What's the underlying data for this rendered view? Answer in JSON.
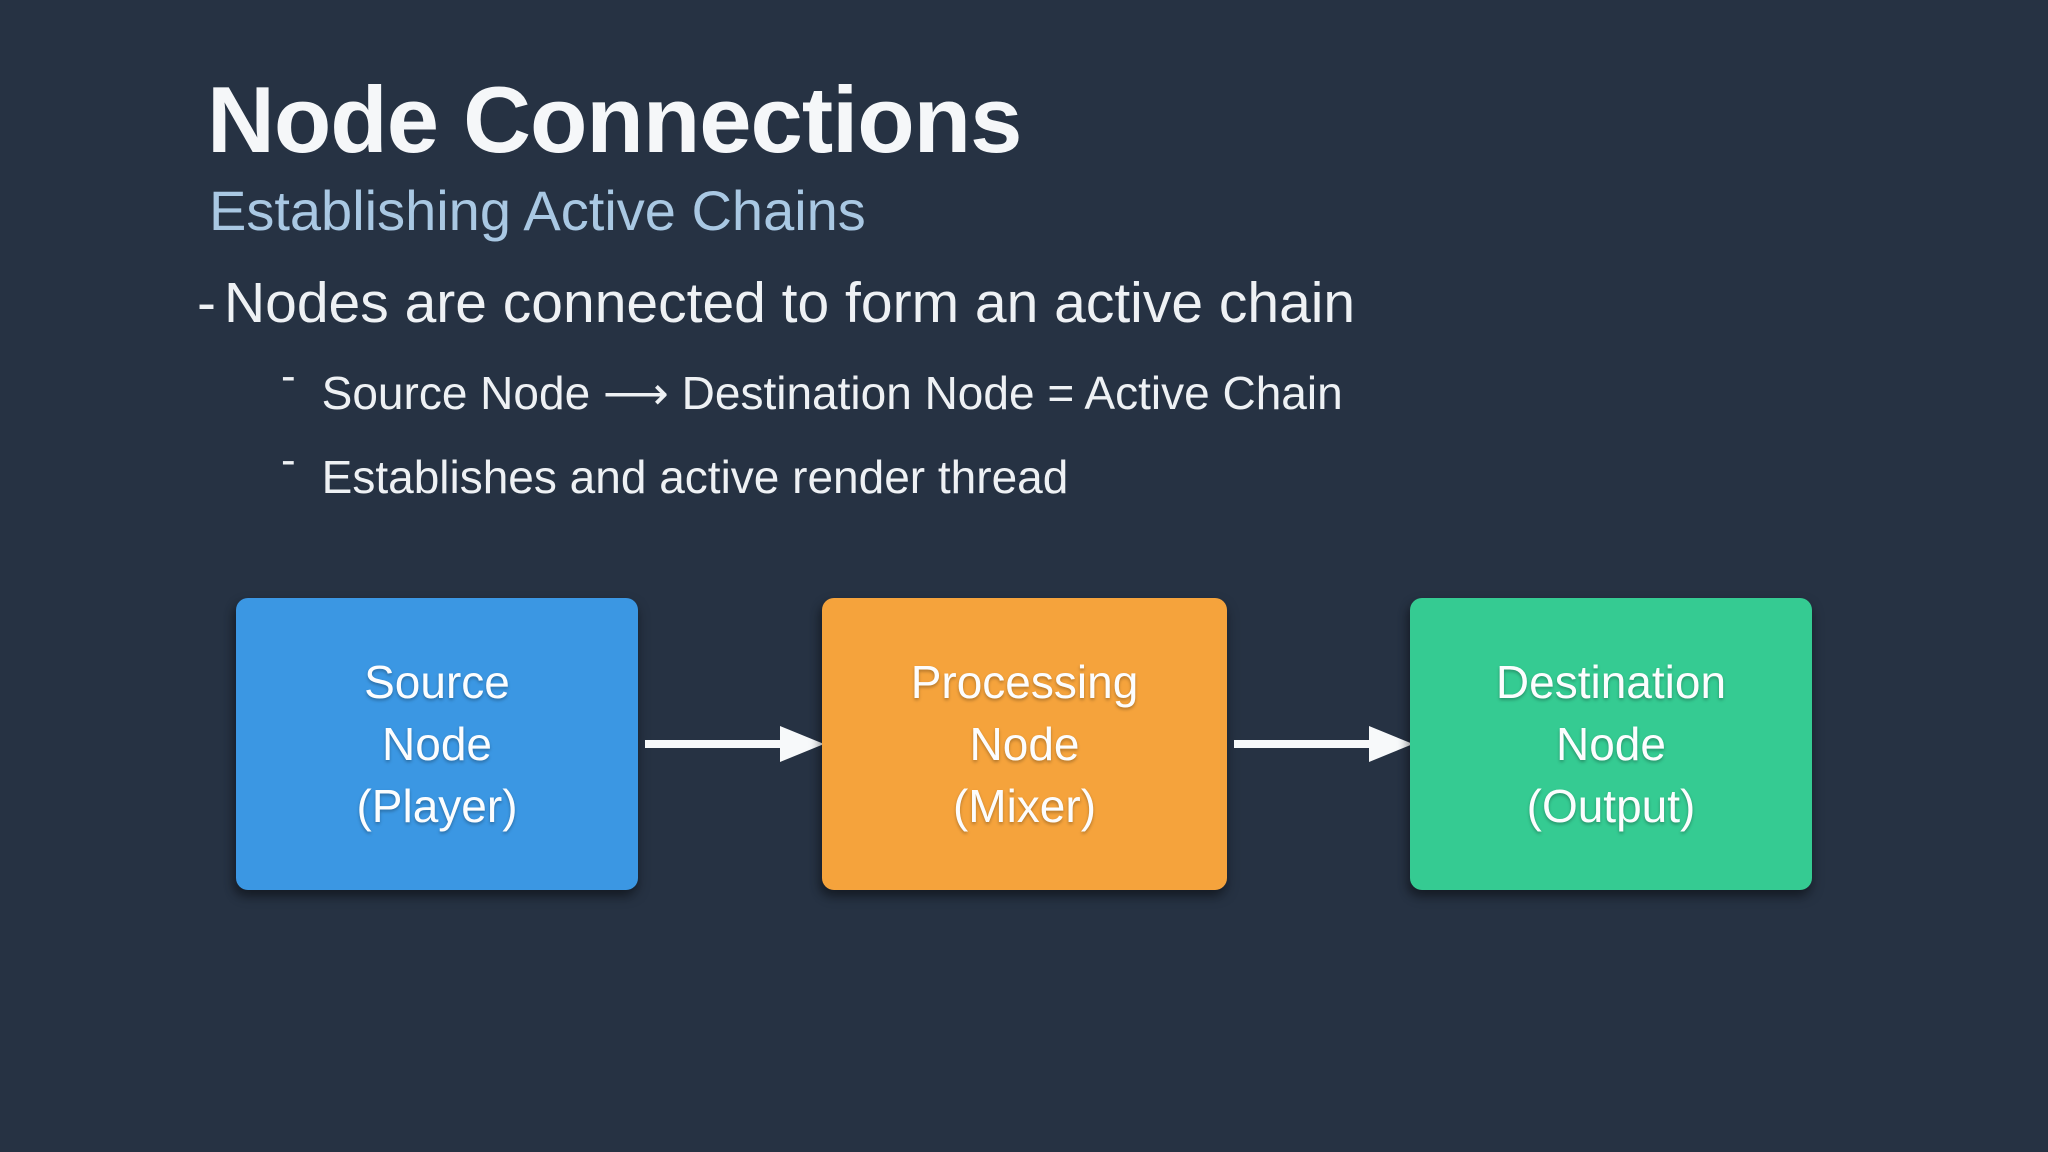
{
  "slide": {
    "title": "Node Connections",
    "subtitle": "Establishing Active Chains",
    "background_color": "#263243",
    "title_color": "#f5f7f9",
    "subtitle_color": "#a9c8e3",
    "body_text_color": "#eef1f4"
  },
  "bullets": {
    "main": {
      "marker": "-",
      "text": "Nodes are connected to form an active chain"
    },
    "subs": [
      {
        "marker": "-",
        "text": "Source Node ⟶ Destination Node = Active Chain"
      },
      {
        "marker": "-",
        "text": "Establishes and active render thread"
      }
    ]
  },
  "diagram": {
    "nodes": [
      {
        "id": "source",
        "label": "Source\nNode\n(Player)",
        "color": "#3b97e3"
      },
      {
        "id": "processing",
        "label": "Processing\nNode\n(Mixer)",
        "color": "#f5a33c"
      },
      {
        "id": "destination",
        "label": "Destination\nNode\n(Output)",
        "color": "#35cb92"
      }
    ],
    "arrow_color": "#f7f9fa"
  }
}
